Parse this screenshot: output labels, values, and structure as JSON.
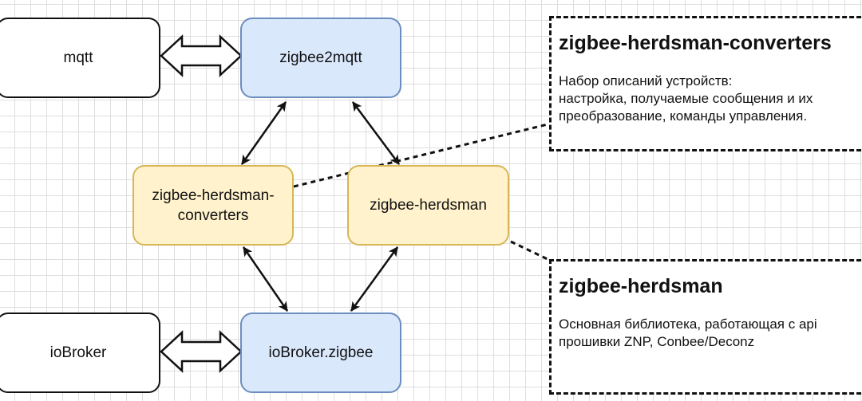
{
  "nodes": {
    "mqtt": "mqtt",
    "zigbee2mqtt": "zigbee2mqtt",
    "converters": "zigbee-herdsman-\nconverters",
    "herdsman": "zigbee-herdsman",
    "iobroker": "ioBroker",
    "iobroker_zigbee": "ioBroker.zigbee"
  },
  "notes": {
    "converters": {
      "title": "zigbee-herdsman-converters",
      "text": "Набор описаний устройств:\nнастройка, получаемые сообщения и их\nпреобразование, команды управления."
    },
    "herdsman": {
      "title": "zigbee-herdsman",
      "text": "Основная библиотека, работающая с api\nпрошивки ZNP, Conbee/Deconz"
    }
  },
  "colors": {
    "blue_fill": "#dae8fc",
    "blue_stroke": "#6c8ebf",
    "yellow_fill": "#fff2cc",
    "yellow_stroke": "#d6b656",
    "line": "#111111"
  }
}
